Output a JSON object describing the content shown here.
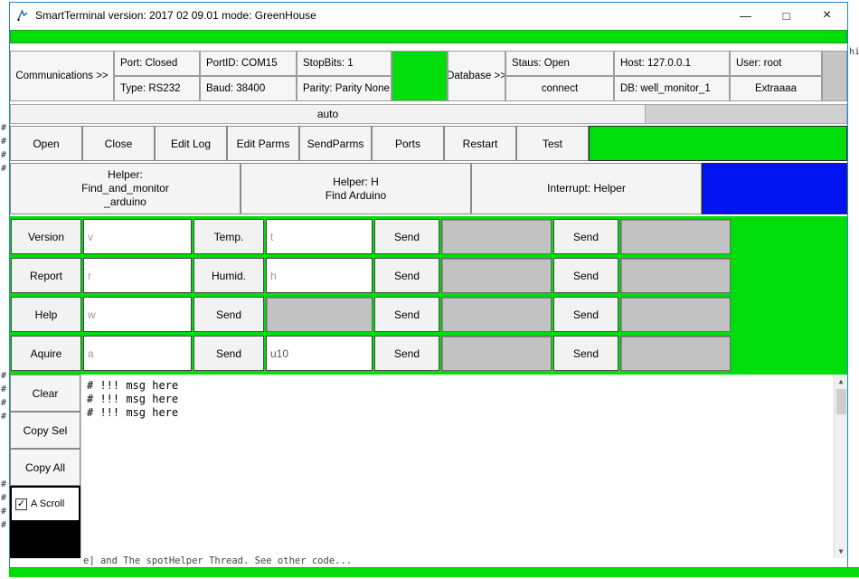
{
  "background": {
    "hash_column": "#\n#\n#\n#",
    "right_top_fragment": "hig",
    "bottom_fragment": "e] and The spotHelper Thread. See other code..."
  },
  "window": {
    "title": "SmartTerminal version: 2017 02 09.01 mode: GreenHouse",
    "minimize_glyph": "—",
    "maximize_glyph": "□",
    "close_glyph": "×"
  },
  "comm": {
    "section_label": "Communications >>",
    "port": "Port: Closed",
    "type": "Type: RS232",
    "portid": "PortID: COM15",
    "baud": "Baud: 38400",
    "stopbits": "StopBits: 1",
    "parity": "Parity: Parity None"
  },
  "db": {
    "section_label": "Database >>",
    "status": "Staus: Open",
    "connect": "connect",
    "host": "Host: 127.0.0.1",
    "dbname": "DB: well_monitor_1",
    "user": "User: root",
    "extra": "Extraaaa"
  },
  "auto_bar": {
    "label": "auto"
  },
  "toolbar": {
    "buttons": [
      "Open",
      "Close",
      "Edit Log",
      "Edit Parms",
      "SendParms",
      "Ports",
      "Restart",
      "Test"
    ]
  },
  "helpers": {
    "helper1_line1": "Helper:",
    "helper1_line2": "Find_and_monitor",
    "helper1_line3": "_arduino",
    "helper2_line1": "Helper: H",
    "helper2_line2": "Find Arduino",
    "interrupt": "Interrupt: Helper"
  },
  "grid": {
    "send_label": "Send",
    "rows": [
      {
        "label": "Version",
        "input": "v",
        "mid_label": "Temp.",
        "mid_value": "t"
      },
      {
        "label": "Report",
        "input": "r",
        "mid_label": "Humid.",
        "mid_value": "h"
      },
      {
        "label": "Help",
        "input": "w",
        "mid_label": "Send",
        "mid_value": ""
      },
      {
        "label": "Aquire",
        "input": "a",
        "mid_label": "Send",
        "mid_value": "u10"
      }
    ]
  },
  "console": {
    "clear": "Clear",
    "copy_sel": "Copy Sel",
    "copy_all": "Copy All",
    "autoscroll": "A Scroll",
    "autoscroll_checked": "✓",
    "lines": [
      "# !!! msg here",
      "# !!! msg here",
      "# !!! msg here"
    ],
    "scroll_up": "▲",
    "scroll_down": "▼"
  }
}
